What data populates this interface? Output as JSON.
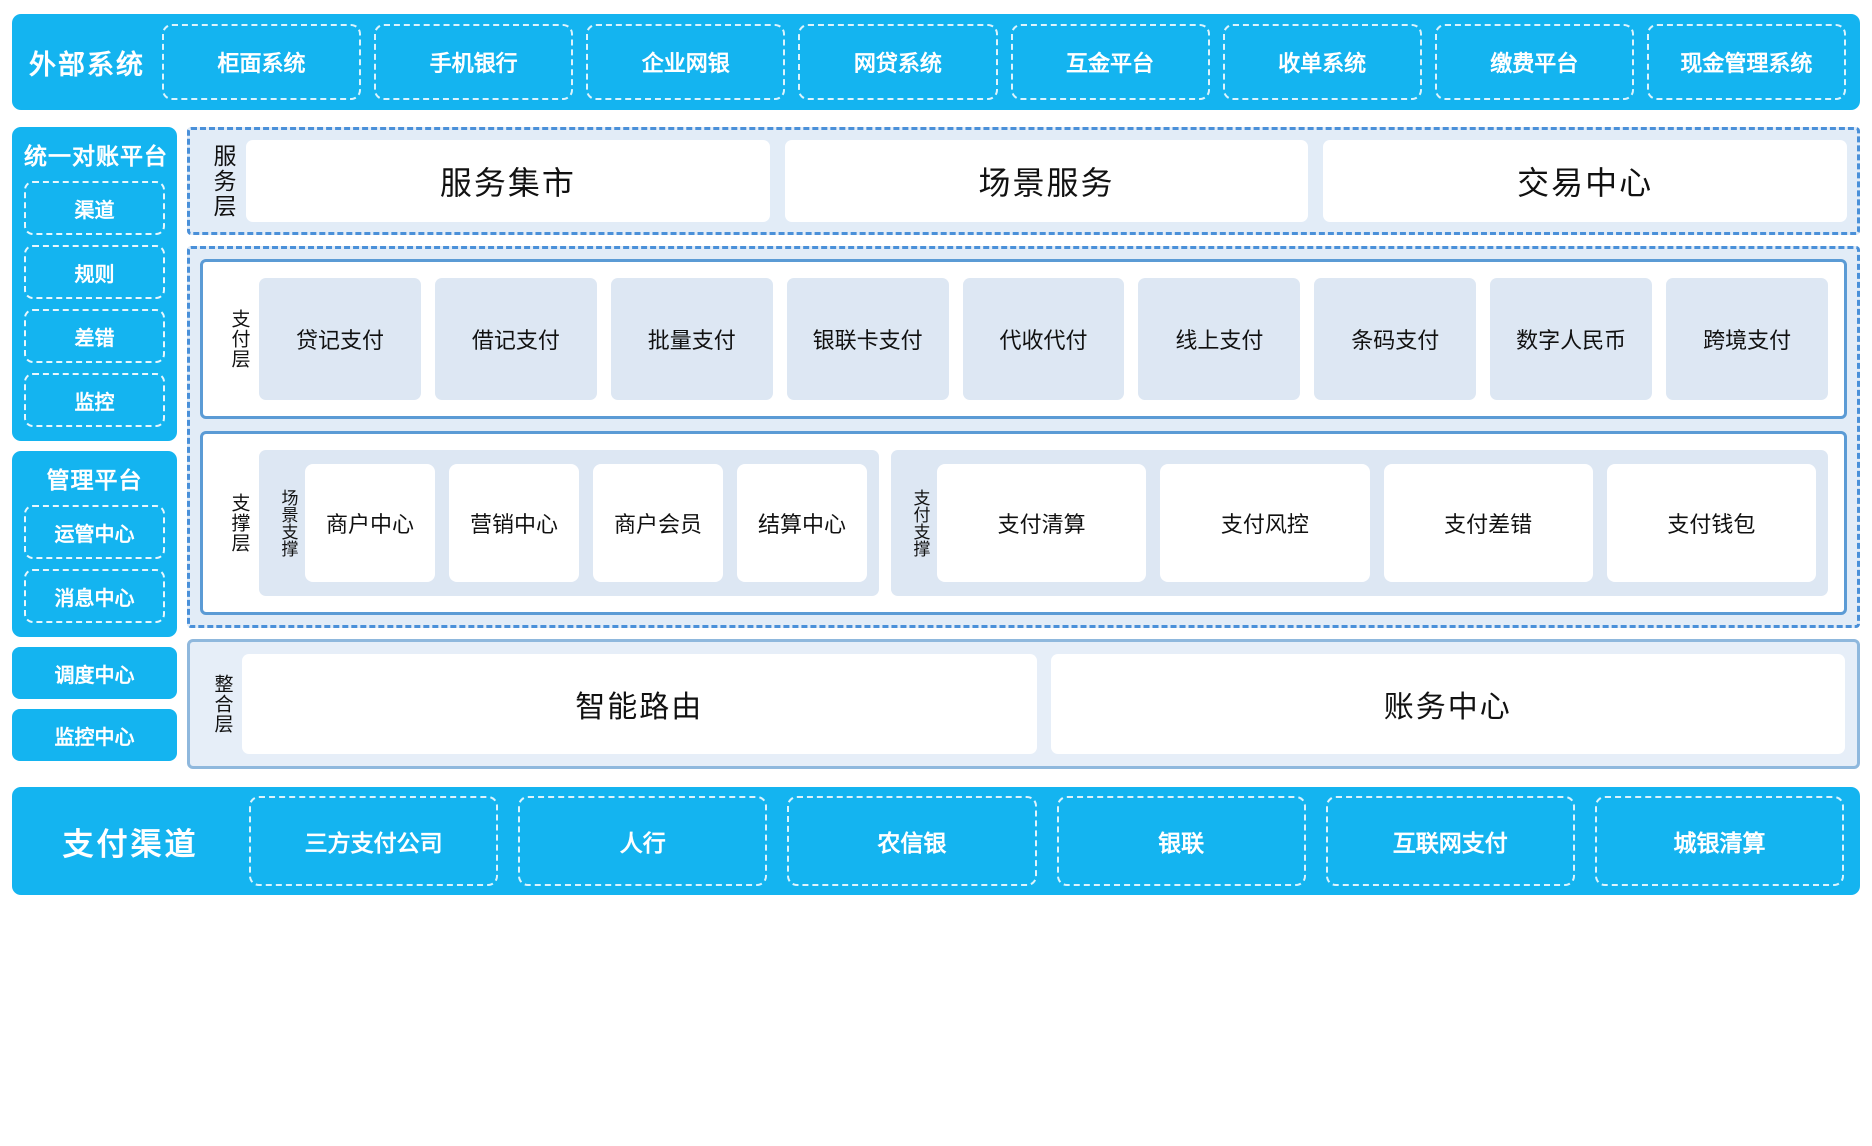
{
  "colors": {
    "brand_blue": "#14b4f0",
    "panel_border": "#5b9bd5",
    "dashed_border": "#4a90d9",
    "light_blue_fill": "#dde7f3",
    "dash_bg": "#e2ecf7"
  },
  "external_systems": {
    "title": "外部系统",
    "items": [
      "柜面系统",
      "手机银行",
      "企业网银",
      "网贷系统",
      "互金平台",
      "收单系统",
      "缴费平台",
      "现金管理系统"
    ]
  },
  "sidebar": {
    "reconciliation_platform": {
      "title": "统一对账平台",
      "items": [
        "渠道",
        "规则",
        "差错",
        "监控"
      ]
    },
    "management_platform": {
      "title": "管理平台",
      "items": [
        "运管中心",
        "消息中心"
      ]
    },
    "standalone": [
      "调度中心",
      "监控中心"
    ]
  },
  "service_layer": {
    "label": "服务层",
    "cards": [
      "服务集市",
      "场景服务",
      "交易中心"
    ]
  },
  "payment_layer": {
    "label": "支付层",
    "cards": [
      "贷记支付",
      "借记支付",
      "批量支付",
      "银联卡支付",
      "代收代付",
      "线上支付",
      "条码支付",
      "数字人民币",
      "跨境支付"
    ]
  },
  "support_layer": {
    "label": "支撑层",
    "groups": [
      {
        "label": "场景支撑",
        "cards": [
          "商户中心",
          "营销中心",
          "商户会员",
          "结算中心"
        ]
      },
      {
        "label": "支付支撑",
        "cards": [
          "支付清算",
          "支付风控",
          "支付差错",
          "支付钱包"
        ]
      }
    ]
  },
  "integration_layer": {
    "label": "整合层",
    "cards": [
      "智能路由",
      "账务中心"
    ]
  },
  "payment_channels": {
    "title": "支付渠道",
    "items": [
      "三方支付公司",
      "人行",
      "农信银",
      "银联",
      "互联网支付",
      "城银清算"
    ]
  }
}
